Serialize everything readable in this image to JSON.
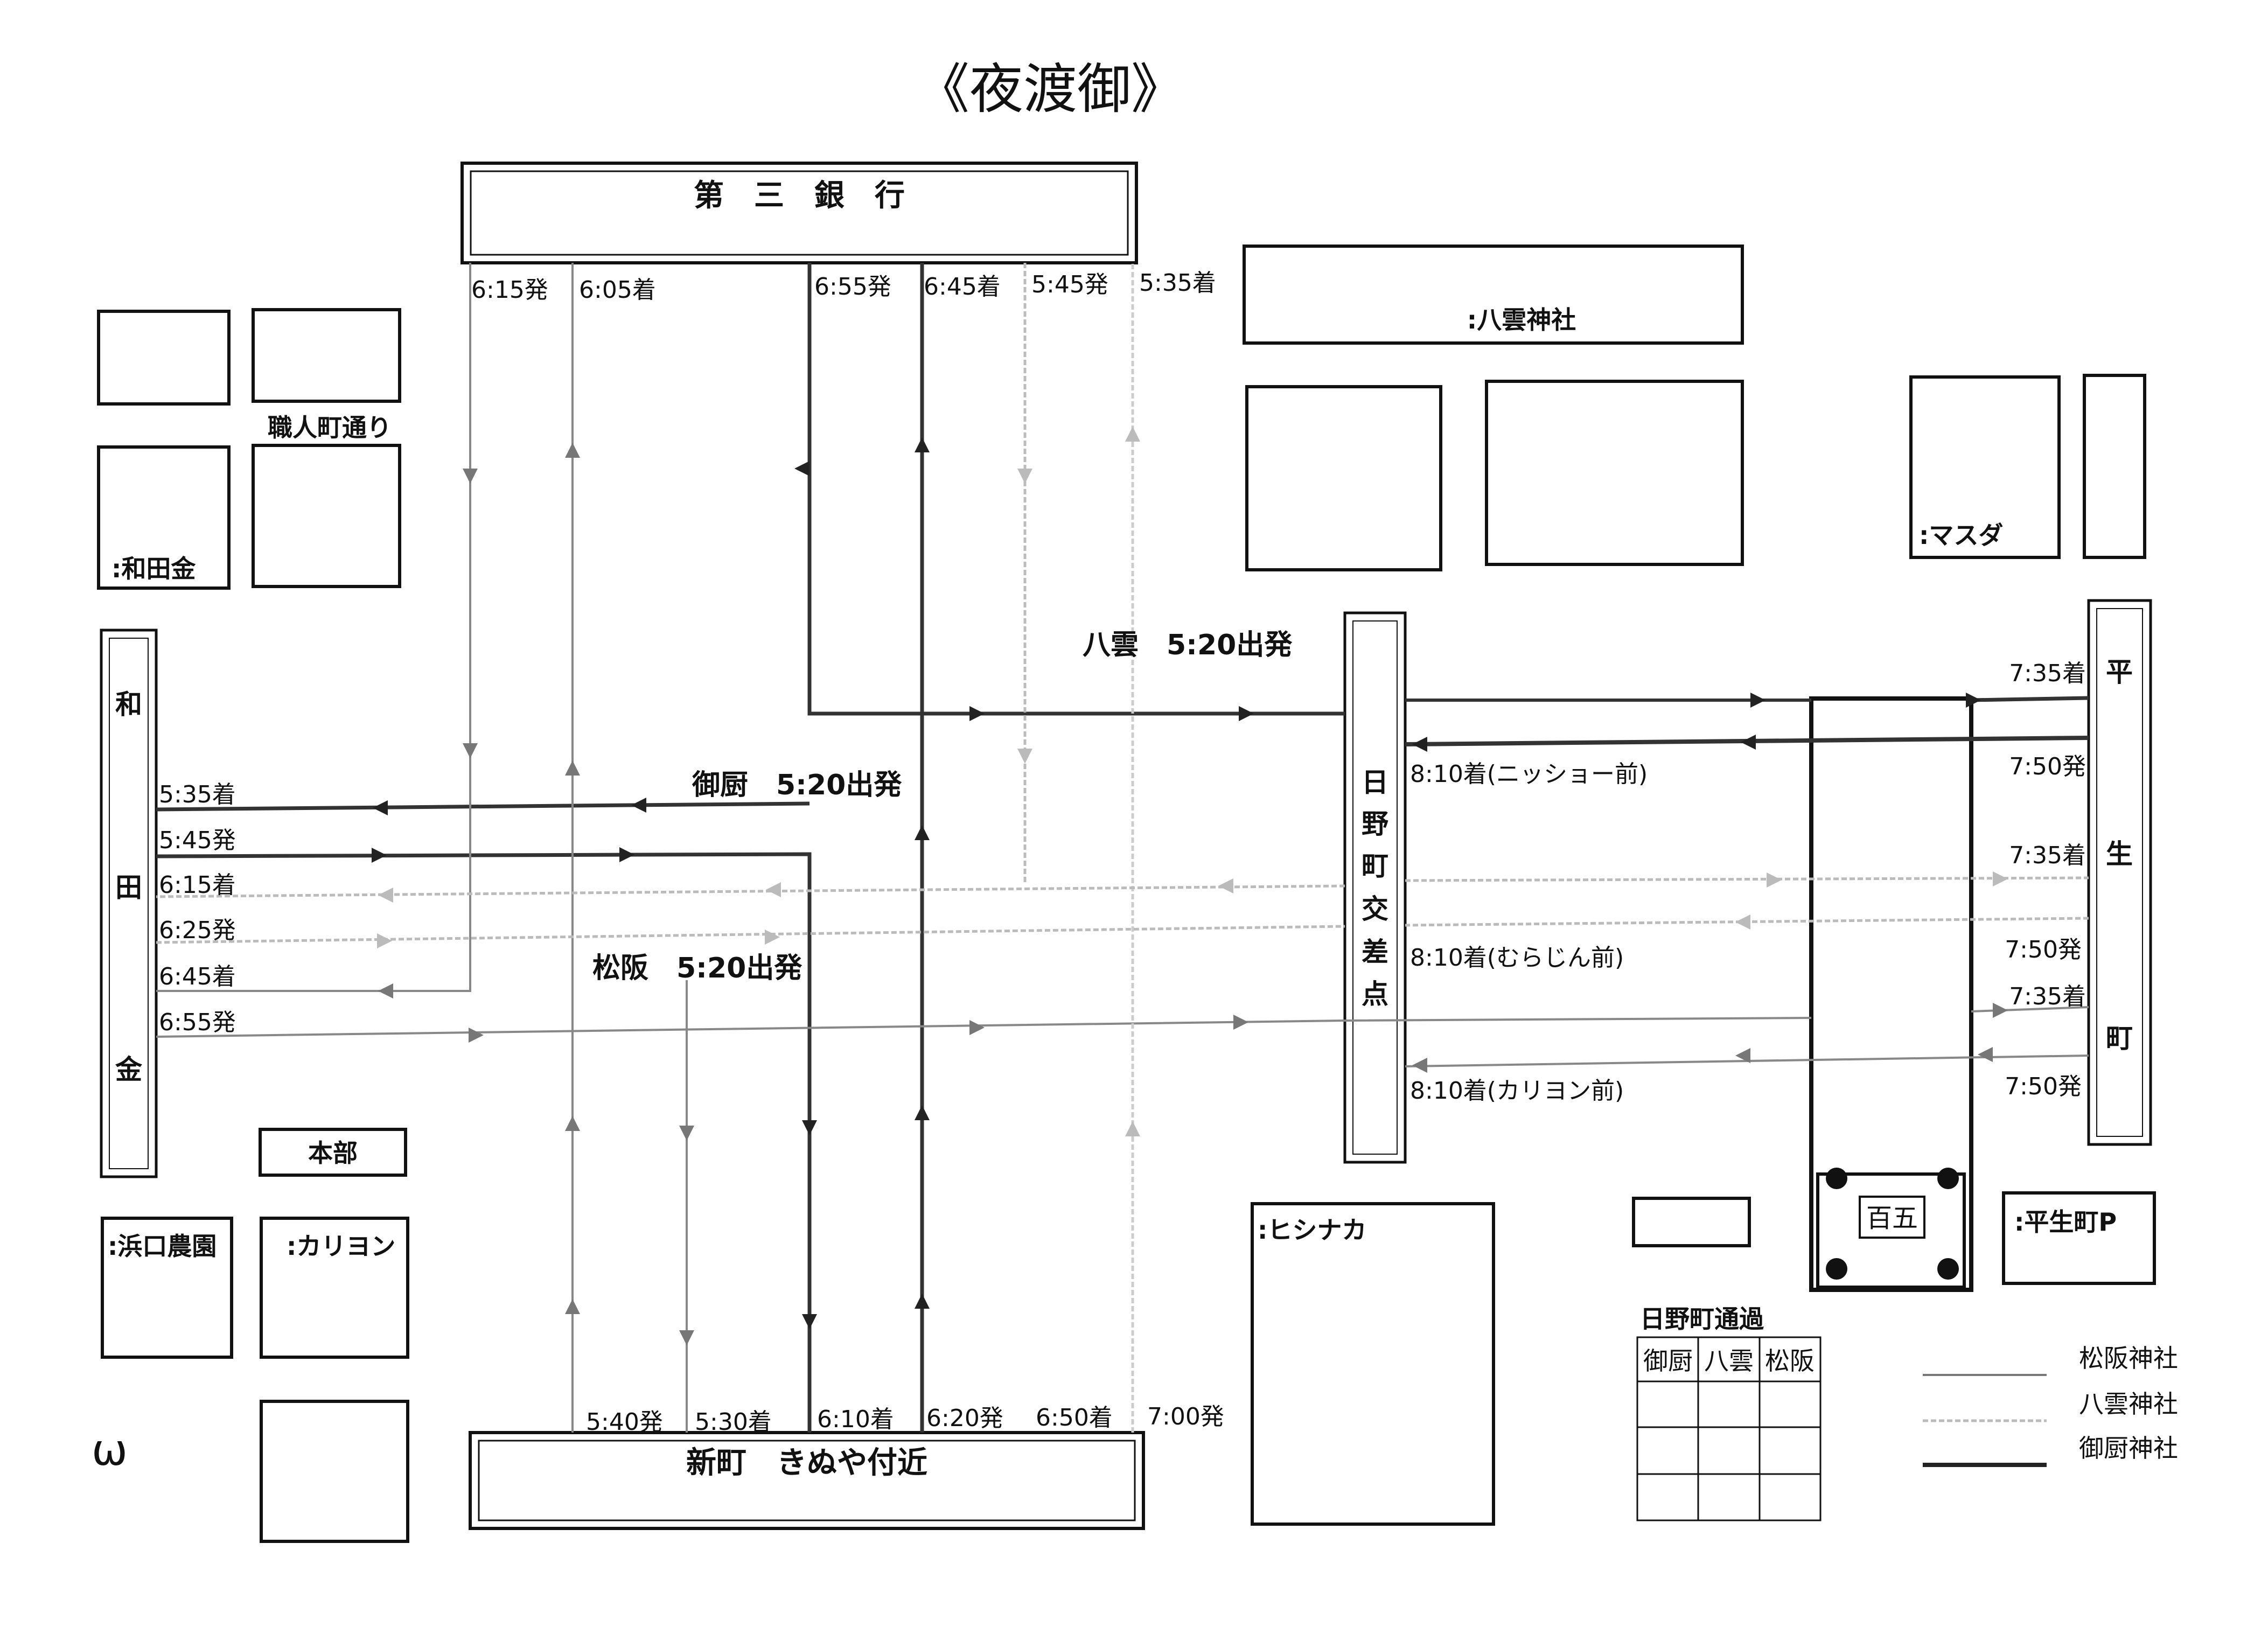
{
  "title": "《夜渡御》",
  "top_building": "第　三　銀　行",
  "bottom_building": "新町　きぬや付近",
  "crossing_label": [
    "日",
    "野",
    "町",
    "交",
    "差",
    "点"
  ],
  "wadakin_label": [
    "和",
    "田",
    "金"
  ],
  "hirao_label": [
    "平",
    "生",
    "町"
  ],
  "places": {
    "yakumo_shrine": ":八雲神社",
    "mazda": ":マスダ",
    "shokunin": "職人町通り",
    "wadakin_box": ":和田金",
    "honbu": "本部",
    "hamaguchi": ":浜口農園",
    "kariyon": ":カリヨン",
    "hishinaka": ":ヒシナカ",
    "hyakugo": "百五",
    "hirao_p": ":平生町P"
  },
  "departures": {
    "yakumo": "八雲　5:20出発",
    "mikuriya": "御厨　5:20出発",
    "matsusaka": "松阪　5:20出発"
  },
  "top_times": [
    "6:15発",
    "6:05着",
    "6:55発",
    "6:45着",
    "5:45発",
    "5:35着"
  ],
  "bottom_times": [
    "5:40発",
    "5:30着",
    "6:10着",
    "6:20発",
    "6:50着",
    "7:00発"
  ],
  "left_times": [
    "5:35着",
    "5:45発",
    "6:15着",
    "6:25発",
    "6:45着",
    "6:55発"
  ],
  "right_times": [
    "7:35着",
    "7:50発",
    "7:35着",
    "7:50発",
    "7:35着",
    "7:50発"
  ],
  "crossing_times": [
    "8:10着(ニッショー前)",
    "8:10着(むらじん前)",
    "8:10着(カリヨン前)"
  ],
  "table": {
    "title": "日野町通過",
    "headers": [
      "御厨",
      "八雲",
      "松阪"
    ],
    "rows": [
      [
        "",
        "",
        ""
      ],
      [
        "",
        "",
        ""
      ],
      [
        "",
        "",
        ""
      ]
    ]
  },
  "legend": [
    {
      "name": "松阪神社",
      "color": "#777777"
    },
    {
      "name": "八雲神社",
      "color": "#bdbdbd"
    },
    {
      "name": "御厨神社",
      "color": "#222222"
    }
  ],
  "page_mark": "ω"
}
